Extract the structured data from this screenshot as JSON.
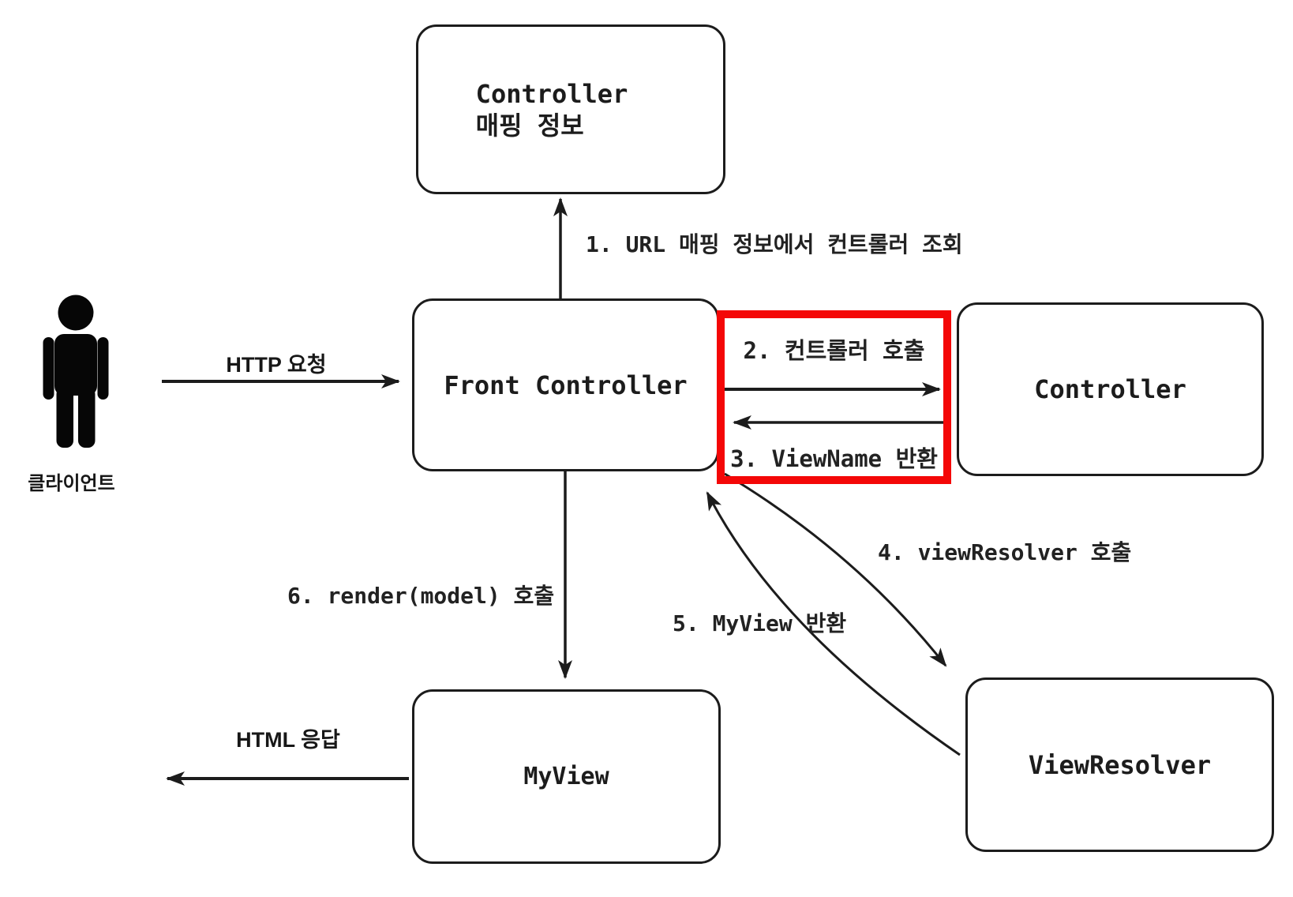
{
  "nodes": {
    "client": {
      "label": "클라이언트"
    },
    "controller_mapping": {
      "line1": "Controller",
      "line2": "매핑 정보"
    },
    "front_controller": {
      "label": "Front Controller"
    },
    "controller": {
      "label": "Controller"
    },
    "view_resolver": {
      "label": "ViewResolver"
    },
    "my_view": {
      "label": "MyView"
    }
  },
  "edges": {
    "http_request": {
      "label": "HTTP 요청"
    },
    "step1": {
      "label": "1. URL 매핑 정보에서 컨트롤러 조회"
    },
    "step2": {
      "label": "2. 컨트롤러 호출"
    },
    "step3": {
      "label": "3. ViewName 반환"
    },
    "step4": {
      "label": "4. viewResolver 호출"
    },
    "step5": {
      "label": "5. MyView 반환"
    },
    "step6": {
      "label": "6. render(model) 호출"
    },
    "html_response": {
      "label": "HTML 응답"
    }
  },
  "colors": {
    "highlight_red": "#f40707",
    "stroke_black": "#1c1c1c",
    "background": "#ffffff"
  }
}
